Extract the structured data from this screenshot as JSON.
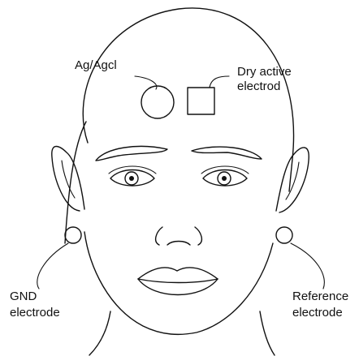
{
  "labels": {
    "agagcl": "Ag/Agcl",
    "dry_line1": "Dry active",
    "dry_line2": "electrod",
    "gnd_line1": "GND",
    "gnd_line2": "electrode",
    "ref_line1": "Reference",
    "ref_line2": "electrode"
  },
  "colors": {
    "stroke": "#111111",
    "background": "#ffffff"
  }
}
